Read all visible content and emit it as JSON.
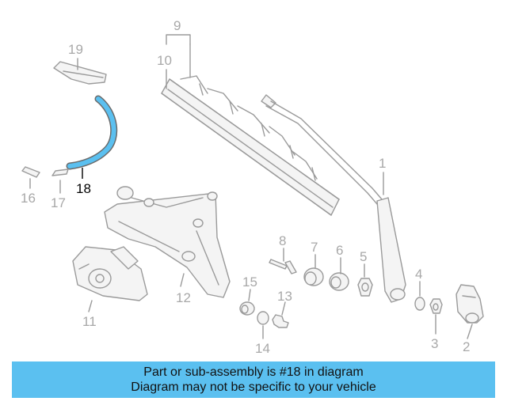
{
  "diagram": {
    "highlight_color": "#5bc0f0",
    "callouts": [
      {
        "id": "c1",
        "text": "1"
      },
      {
        "id": "c2",
        "text": "2"
      },
      {
        "id": "c3",
        "text": "3"
      },
      {
        "id": "c4",
        "text": "4"
      },
      {
        "id": "c5",
        "text": "5"
      },
      {
        "id": "c6",
        "text": "6"
      },
      {
        "id": "c7",
        "text": "7"
      },
      {
        "id": "c8",
        "text": "8"
      },
      {
        "id": "c9",
        "text": "9"
      },
      {
        "id": "c10",
        "text": "10"
      },
      {
        "id": "c11",
        "text": "11"
      },
      {
        "id": "c12",
        "text": "12"
      },
      {
        "id": "c13",
        "text": "13"
      },
      {
        "id": "c14",
        "text": "14"
      },
      {
        "id": "c15",
        "text": "15"
      },
      {
        "id": "c16",
        "text": "16"
      },
      {
        "id": "c17",
        "text": "17"
      },
      {
        "id": "c18",
        "text": "18",
        "highlighted": true
      },
      {
        "id": "c19",
        "text": "19"
      }
    ]
  },
  "banner": {
    "line1": "Part or sub-assembly is #18 in diagram",
    "line2": "Diagram may not be specific to your vehicle",
    "color": "#5bc0f0"
  }
}
